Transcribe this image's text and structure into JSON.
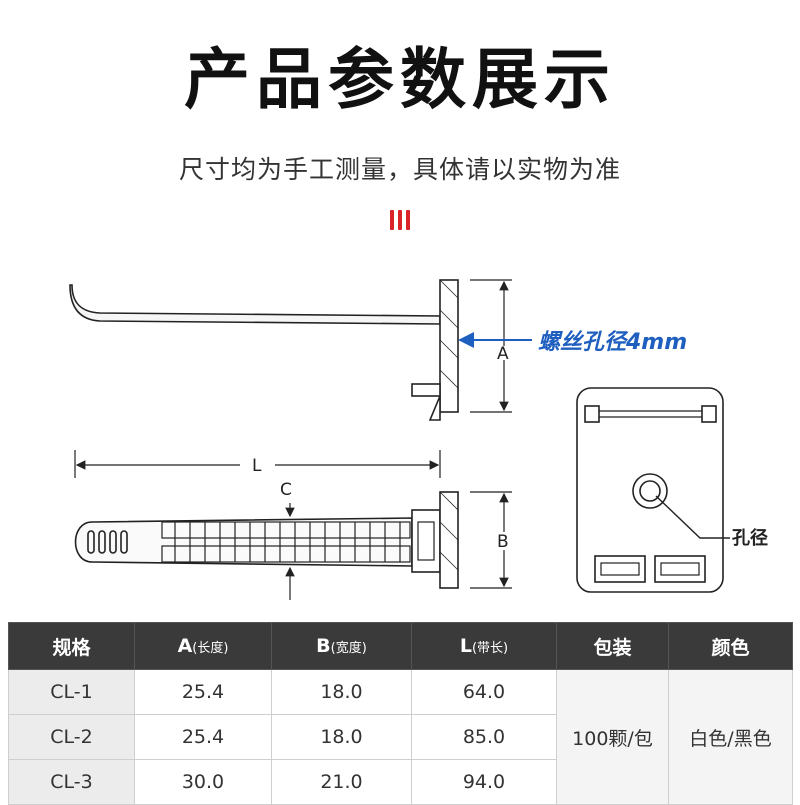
{
  "header": {
    "title": "产品参数展示",
    "subtitle": "尺寸均为手工测量，具体请以实物为准"
  },
  "colors": {
    "accent": "#d8232a",
    "annotation_blue": "#1f5fbf",
    "table_header": "#3a3a3a"
  },
  "diagram": {
    "label_a": "A",
    "label_b": "B",
    "label_c": "C",
    "label_l": "L",
    "screw_hole_label": "螺丝孔径4mm",
    "hole_label": "孔径"
  },
  "table": {
    "headers": {
      "model": "规格",
      "a": "A",
      "a_note": "(长度)",
      "b": "B",
      "b_note": "(宽度)",
      "l": "L",
      "l_note": "(带长)",
      "pack": "包装",
      "color": "颜色"
    },
    "rows": [
      {
        "model": "CL-1",
        "a": "25.4",
        "b": "18.0",
        "l": "64.0"
      },
      {
        "model": "CL-2",
        "a": "25.4",
        "b": "18.0",
        "l": "85.0"
      },
      {
        "model": "CL-3",
        "a": "30.0",
        "b": "21.0",
        "l": "94.0"
      }
    ],
    "pack": "100颗/包",
    "color": "白色/黑色"
  }
}
